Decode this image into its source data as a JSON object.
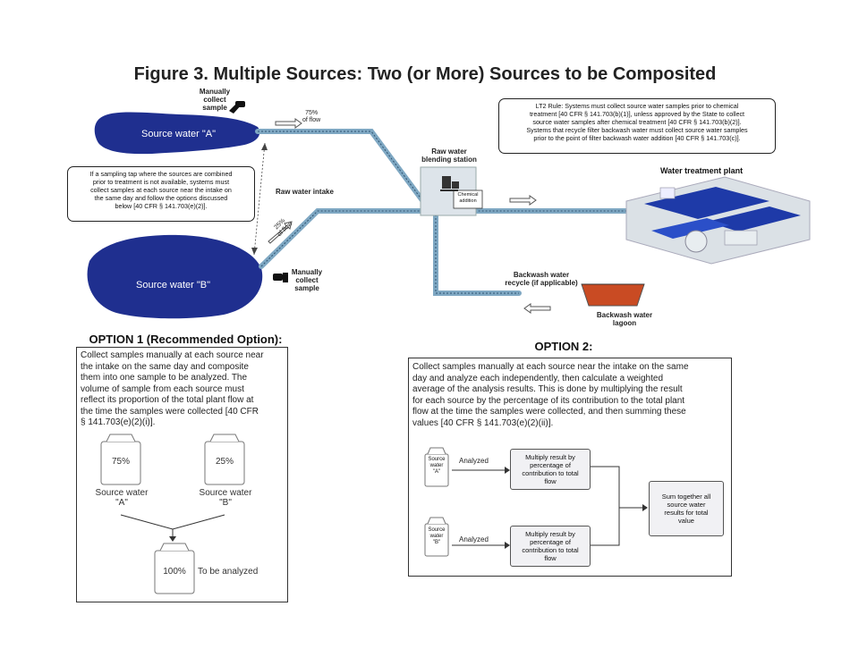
{
  "title": "Figure 3. Multiple Sources: Two (or More) Sources to be Composited",
  "diagram": {
    "source_a": "Source water \"A\"",
    "source_b": "Source water \"B\"",
    "manual_a": [
      "Manually",
      "collect",
      "sample"
    ],
    "manual_b": [
      "Manually",
      "collect",
      "sample"
    ],
    "pct_a": [
      "75%",
      "of flow"
    ],
    "pct_b": [
      "25%",
      "of flow"
    ],
    "raw_intake": "Raw water intake",
    "blending": [
      "Raw water",
      "blending station"
    ],
    "chemical": [
      "Chemical",
      "addition"
    ],
    "plant": "Water treatment plant",
    "backwash_recycle": [
      "Backwash water",
      "recycle (if applicable)"
    ],
    "lagoon": [
      "Backwash water",
      "lagoon"
    ],
    "left_callout": [
      "If a sampling tap where the sources are combined",
      "prior to treatment is not available, systems must",
      "collect samples at each source near the intake on",
      "the same day and follow the options discussed",
      "below [40 CFR § 141.703(e)(2)]."
    ],
    "lt2_callout": [
      "LT2 Rule: Systems must collect source water samples prior to chemical",
      "treatment [40 CFR § 141.703(b)(1)], unless approved by the State to collect",
      "source water samples after chemical treatment [40 CFR § 141.703(b)(2)].",
      "Systems that recycle filter backwash water must collect source water samples",
      "prior to the point of filter backwash water addition [40 CFR § 141.703(c)]."
    ]
  },
  "option1": {
    "heading": "OPTION 1 (Recommended Option):",
    "text": [
      "Collect samples manually at each source near",
      "the intake on the same day and composite",
      "them into one sample to be analyzed. The",
      "volume of sample from each source must",
      "reflect its proportion of the total plant flow at",
      "the time the samples were collected [40 CFR",
      "§ 141.703(e)(2)(i)]."
    ],
    "bottle_a_pct": "75%",
    "bottle_b_pct": "25%",
    "label_a": [
      "Source water",
      "\"A\""
    ],
    "label_b": [
      "Source water",
      "\"B\""
    ],
    "combined_pct": "100%",
    "combined_label": "To be analyzed"
  },
  "option2": {
    "heading": "OPTION 2:",
    "text": [
      "Collect samples manually at each source near the intake on the same",
      "day and analyze each independently, then calculate a weighted",
      "average of the analysis results. This is done by multiplying the result",
      "for each source by the percentage of its contribution to the total plant",
      "flow at the time the samples were collected, and then summing these",
      "values [40 CFR § 141.703(e)(2)(ii)]."
    ],
    "bottle_a": [
      "Source",
      "water",
      "\"A\""
    ],
    "bottle_b": [
      "Source",
      "water",
      "\"B\""
    ],
    "analyzed": "Analyzed",
    "multiply": [
      "Multiply result by",
      "percentage of",
      "contribution to total",
      "flow"
    ],
    "sum": [
      "Sum together all",
      "source water",
      "results for total",
      "value"
    ]
  }
}
